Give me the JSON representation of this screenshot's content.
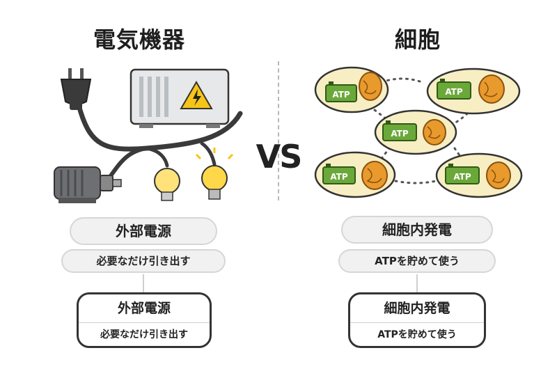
{
  "left": {
    "title": "電気機器",
    "source_pill": "外部電源",
    "method_pill": "必要なだけ引き出す",
    "card_title": "外部電源",
    "card_desc": "必要なだけ引き出す"
  },
  "center": {
    "vs": "VS"
  },
  "right": {
    "title": "細胞",
    "source_pill": "細胞内発電",
    "method_pill": "ATPを貯めて使う",
    "card_title": "細胞内発電",
    "card_desc": "ATPを貯めて使う",
    "battery_label": "ATP"
  },
  "colors": {
    "battery_green": "#6ba83a",
    "mitochondria_orange": "#e89a2c",
    "cell_fill": "#f8eec4",
    "warning_yellow": "#f5c518"
  }
}
